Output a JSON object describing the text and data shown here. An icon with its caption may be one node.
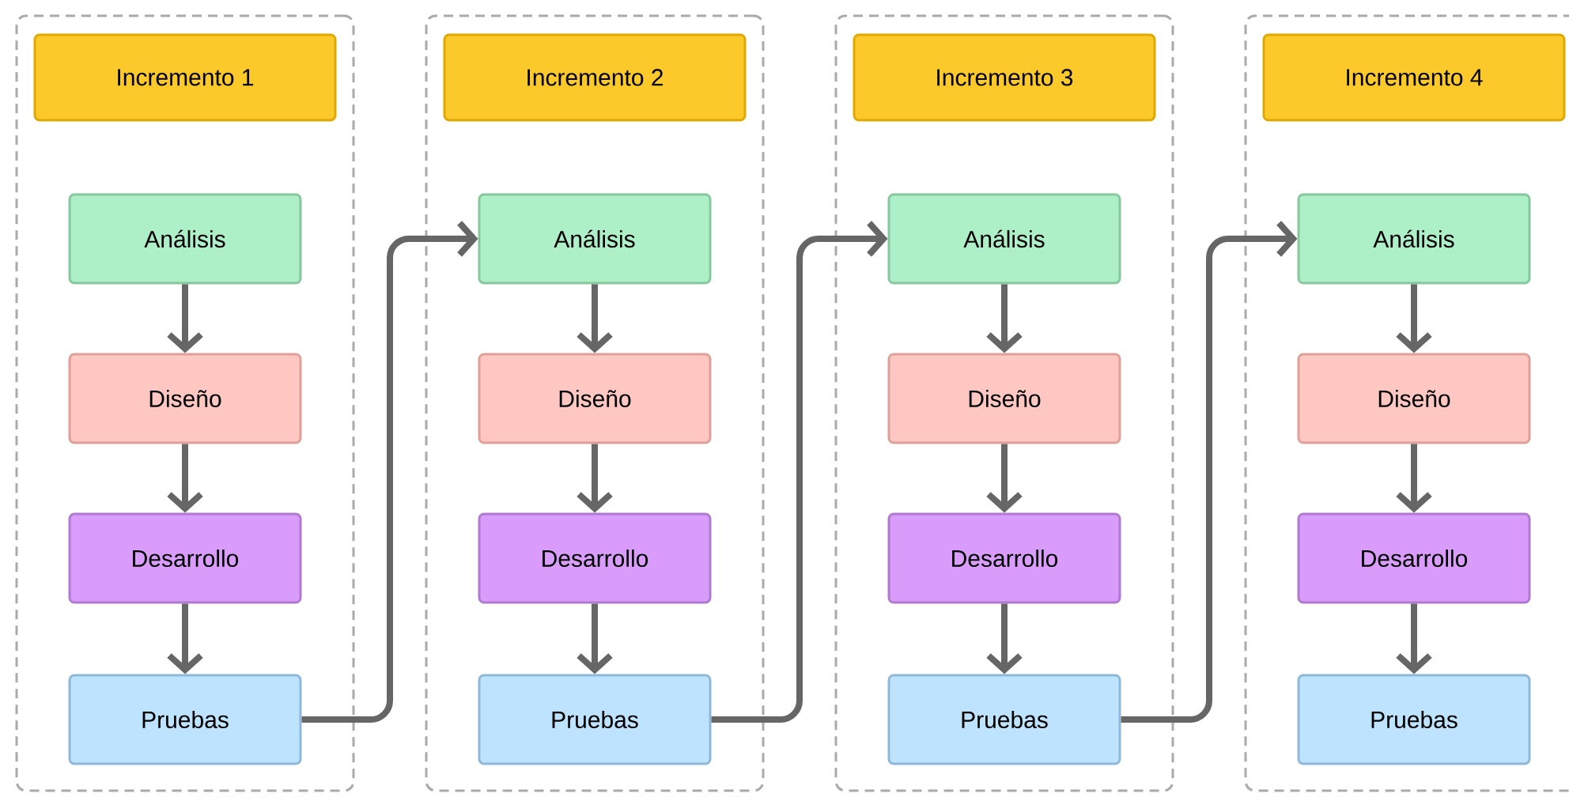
{
  "diagram": {
    "nodes": [
      {
        "text": [],
        "shape": "box"
      },
      {
        "text": [
          "Incremento 1"
        ],
        "in": 0
      },
      {
        "text": [
          "Análisis"
        ],
        "in": 0
      },
      {
        "text": [
          "Diseño"
        ],
        "in": 0
      },
      {
        "text": [
          "Desarrollo"
        ],
        "in": 0
      },
      {
        "text": [
          "Pruebas"
        ],
        "in": 0
      },
      {
        "text": [],
        "shape": "box"
      },
      {
        "text": [
          "Incremento 2"
        ],
        "in": 6
      },
      {
        "text": [
          "Análisis"
        ],
        "in": 6
      },
      {
        "text": [
          "Diseño"
        ],
        "in": 6
      },
      {
        "text": [
          "Desarrollo"
        ],
        "in": 6
      },
      {
        "text": [
          "Pruebas"
        ],
        "in": 6
      },
      {
        "text": [],
        "shape": "box"
      },
      {
        "text": [
          "Incremento 3"
        ],
        "in": 12
      },
      {
        "text": [
          "Análisis"
        ],
        "in": 12
      },
      {
        "text": [
          "Diseño"
        ],
        "in": 12
      },
      {
        "text": [
          "Desarrollo"
        ],
        "in": 12
      },
      {
        "text": [
          "Pruebas"
        ],
        "in": 12
      },
      {
        "text": [],
        "shape": "box"
      },
      {
        "text": [
          "Incremento 4"
        ],
        "in": 18
      },
      {
        "text": [
          "Análisis"
        ],
        "in": 18
      },
      {
        "text": [
          "Diseño"
        ],
        "in": 18
      },
      {
        "text": [
          "Desarrollo"
        ],
        "in": 18
      },
      {
        "text": [
          "Pruebas"
        ],
        "in": 18
      }
    ],
    "edges": [
      {
        "from": 2,
        "to": 3,
        "arrow": "to"
      },
      {
        "from": 3,
        "to": 4,
        "arrow": "to"
      },
      {
        "from": 4,
        "to": 5,
        "arrow": "to"
      },
      {
        "from": 5,
        "to": 8,
        "arrow": "to"
      },
      {
        "from": 8,
        "to": 9,
        "arrow": "to"
      },
      {
        "from": 9,
        "to": 10,
        "arrow": "to"
      },
      {
        "from": 10,
        "to": 11,
        "arrow": "to"
      },
      {
        "from": 11,
        "to": 14,
        "arrow": "to"
      },
      {
        "from": 14,
        "to": 15,
        "arrow": "to"
      },
      {
        "from": 15,
        "to": 16,
        "arrow": "to"
      },
      {
        "from": 16,
        "to": 17,
        "arrow": "to"
      },
      {
        "from": 17,
        "to": 20,
        "arrow": "to"
      },
      {
        "from": 20,
        "to": 21,
        "arrow": "to"
      },
      {
        "from": 21,
        "to": 22,
        "arrow": "to"
      },
      {
        "from": 22,
        "to": 23,
        "arrow": "to"
      }
    ]
  }
}
